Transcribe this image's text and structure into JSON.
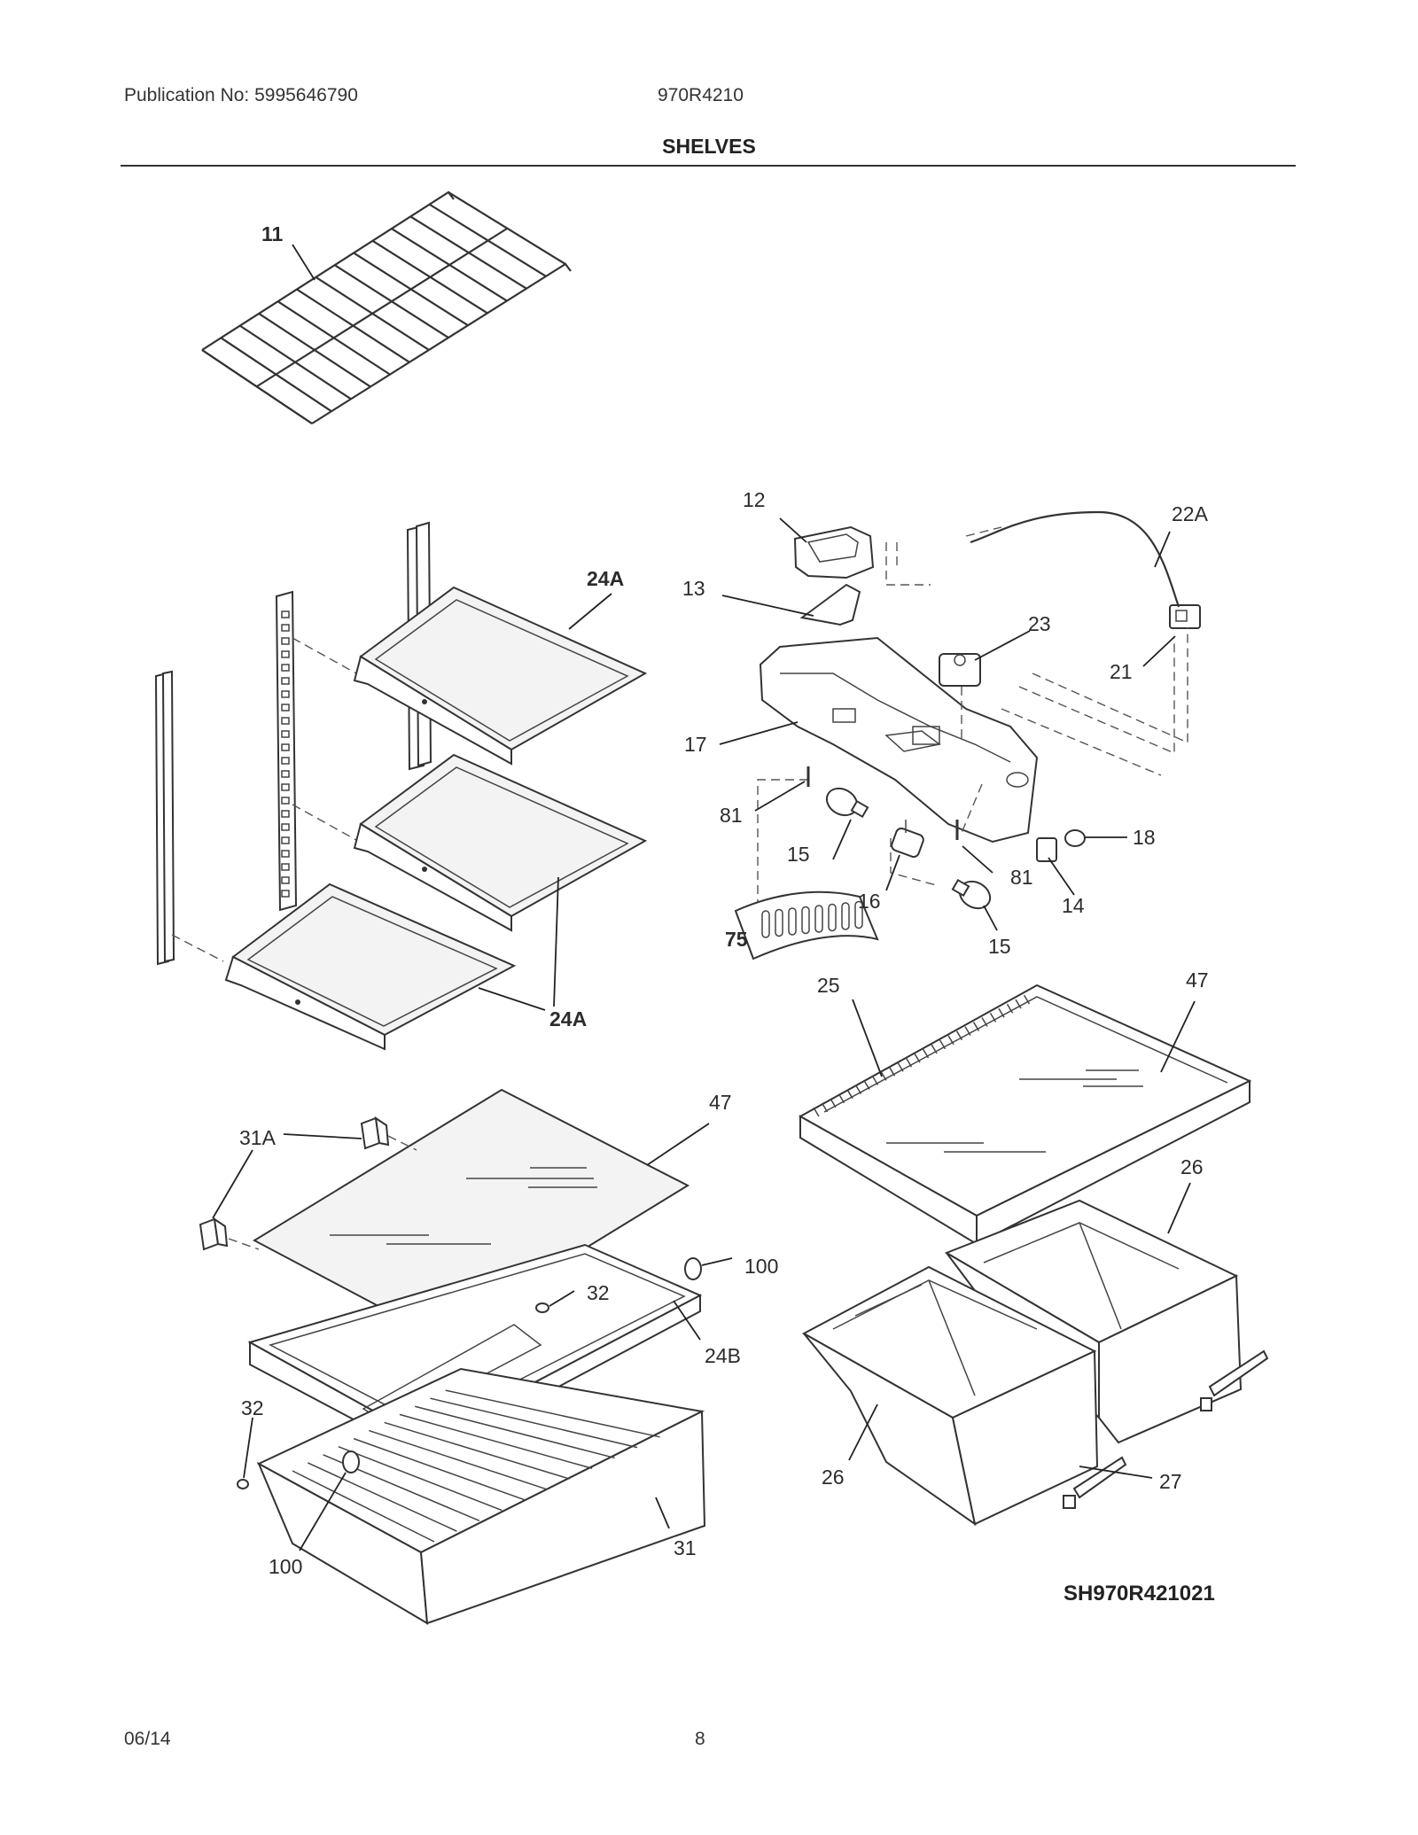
{
  "header": {
    "publication": "Publication No: 5995646790",
    "model": "970R4210",
    "section_title": "SHELVES"
  },
  "footer": {
    "date": "06/14",
    "page": "8"
  },
  "diagram": {
    "code": "SH970R421021",
    "labels": {
      "l11": "11",
      "l12": "12",
      "l13": "13",
      "l22a": "22A",
      "l23": "23",
      "l21": "21",
      "l17": "17",
      "l81a": "81",
      "l81b": "81",
      "l15a": "15",
      "l15b": "15",
      "l16": "16",
      "l18": "18",
      "l14": "14",
      "l75": "75",
      "l24a_top": "24A",
      "l24a_bottom": "24A",
      "l25": "25",
      "l47a": "47",
      "l47b": "47",
      "l31a": "31A",
      "l100a": "100",
      "l100b": "100",
      "l32a": "32",
      "l32b": "32",
      "l24b": "24B",
      "l31": "31",
      "l26a": "26",
      "l26b": "26",
      "l27": "27"
    }
  }
}
